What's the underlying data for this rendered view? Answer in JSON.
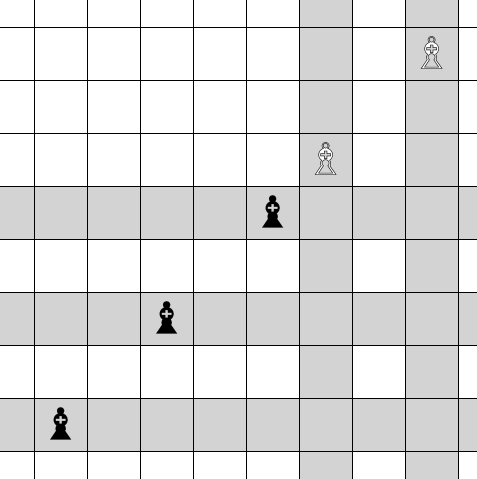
{
  "board": {
    "files": 9,
    "ranks": 9,
    "colors": {
      "background": "#ffffff",
      "highlight": "#d3d3d3",
      "grid_line": "#000000",
      "white_piece_fill": "#ffffff",
      "black_piece_fill": "#000000",
      "piece_outline": "#000000"
    },
    "highlighted_columns": [
      5,
      7
    ],
    "highlighted_rows": [
      3,
      5,
      7
    ]
  },
  "pieces": [
    {
      "name": "white-bishop-piece",
      "type": "bishop",
      "color": "white",
      "icon": "bishop-icon",
      "glyph": "♗",
      "col": 7,
      "row": 0
    },
    {
      "name": "white-bishop-piece",
      "type": "bishop",
      "color": "white",
      "icon": "bishop-icon",
      "glyph": "♗",
      "col": 5,
      "row": 2
    },
    {
      "name": "black-bishop-piece",
      "type": "bishop",
      "color": "black",
      "icon": "bishop-icon",
      "glyph": "♝",
      "col": 4,
      "row": 3
    },
    {
      "name": "black-bishop-piece",
      "type": "bishop",
      "color": "black",
      "icon": "bishop-icon",
      "glyph": "♝",
      "col": 2,
      "row": 5
    },
    {
      "name": "black-bishop-piece",
      "type": "bishop",
      "color": "black",
      "icon": "bishop-icon",
      "glyph": "♝",
      "col": 0,
      "row": 7
    }
  ]
}
